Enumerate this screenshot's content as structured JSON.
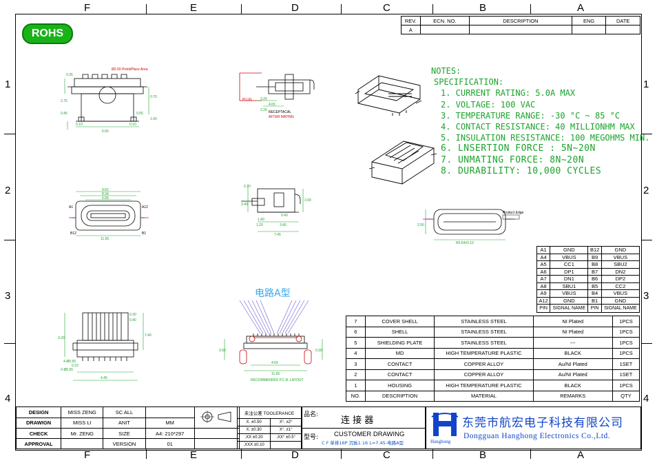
{
  "zones": {
    "cols": [
      "F",
      "E",
      "D",
      "C",
      "B",
      "A"
    ],
    "rows": [
      "1",
      "2",
      "3",
      "4"
    ]
  },
  "rohs": "ROHS",
  "revision": {
    "headers": [
      "REV.",
      "ECN. NO.",
      "DESCRIPTION",
      "ENG",
      "DATE"
    ],
    "rev": "A"
  },
  "notes": {
    "title": "NOTES:",
    "spec": "SPECIFICATION:",
    "items": [
      "1. CURRENT RATING: 5.0A MAX",
      "2. VOLTAGE: 100 VAC",
      "3. TEMPERATURE RANGE: -30 °C ~ 85 °C",
      "4. CONTACT RESISTANCE: 40 MILLIONHM MAX",
      "5. INSULATION RESISTANCE: 100 MEGOHMS MIN.",
      "6. LNSERTION FORCE : 5N~20N",
      "7. UNMATING FORCE: 8N~20N",
      "8. DURABILITY:  10,000 CYCLES"
    ]
  },
  "drawing_labels": {
    "circuit_type": "电路A型",
    "plug": "PLUG",
    "receptacle": "RECEPTACAL",
    "after_mating": "AFTER MATING",
    "product_edge": "Product Edge",
    "a1": "A1",
    "a12": "A12",
    "b12": "B12",
    "b1": "B1",
    "pcb_layout": "RECOMMENDED P.C.B. LAYOUT",
    "platform_note": "Ø2.00 Pickit/Place Area",
    "dims_top": [
      "0.35",
      "2.75",
      "0.70",
      "1.00",
      "0.10",
      "6.65",
      "0.10",
      "0.45",
      "0.55"
    ],
    "dims_front": [
      "9.62",
      "8.34",
      "6.65",
      "11.65"
    ],
    "dims_side": [
      "3.20",
      "4.65",
      "2.20"
    ],
    "dims_side2": [
      "3.40",
      "0.70",
      "3.90",
      "1.40",
      "0.40",
      "1.20",
      "3.40",
      "7.45"
    ],
    "dims_bottom": [
      "0.30",
      "3.20",
      "0.40",
      "7.40",
      "4-Ø0.65",
      "0.10",
      "2-Ø0.65",
      "4.45"
    ],
    "pcb_dims": [
      "11.65",
      "4.65",
      "0.50",
      "0.30"
    ],
    "end_dim": "R0.64±0.10",
    "end_h": "2.50"
  },
  "pin_table": {
    "rows": [
      [
        "A1",
        "GND",
        "B12",
        "GND"
      ],
      [
        "A4",
        "VBUS",
        "B9",
        "VBUS"
      ],
      [
        "A5",
        "CC1",
        "B8",
        "SBU2"
      ],
      [
        "A6",
        "DP1",
        "B7",
        "DN2"
      ],
      [
        "A7",
        "DN1",
        "B6",
        "DP2"
      ],
      [
        "A8",
        "SBU1",
        "B5",
        "CC2"
      ],
      [
        "A9",
        "VBUS",
        "B4",
        "VBUS"
      ],
      [
        "A12",
        "GND",
        "B1",
        "GND"
      ]
    ],
    "header": [
      "PIN",
      "SIGNAL NAME",
      "PIN",
      "SIGNAL NAME"
    ]
  },
  "bom": {
    "rows": [
      [
        "7",
        "COVER SHELL",
        "STAINLESS STEEL",
        "NI Plated",
        "1PCS"
      ],
      [
        "6",
        "SHELL",
        "STAINLESS STEEL",
        "NI Plated",
        "1PCS"
      ],
      [
        "5",
        "SHIELDING PLATE",
        "STAINLESS STEEL",
        "---",
        "1PCS"
      ],
      [
        "4",
        "MD",
        "HIGH TEMPERATURE PLASTIC",
        "BLACK",
        "1PCS"
      ],
      [
        "3",
        "CONTACT",
        "COPPER ALLOY",
        "Au/NI Plated",
        "1SET"
      ],
      [
        "2",
        "CONTACT",
        "COPPER ALLOY",
        "Au/NI Plated",
        "1SET"
      ],
      [
        "1",
        "HOUSING",
        "HIGH TEMPERATURE PLASTIC",
        "BLACK",
        "1PCS"
      ]
    ],
    "header": [
      "NO.",
      "DESCRIPTION",
      "MATERIAL",
      "REMARKS",
      "QTY"
    ]
  },
  "title_block": {
    "design_label": "DESIGN",
    "design_value": "MISS ZENG",
    "scale_label": "SC ALL",
    "drawing_label": "DRAWIGN",
    "drawing_value": "MISS LI",
    "unit_label": "ANIT",
    "unit_value": "MM",
    "check_label": "CHECK",
    "check_value": "Mr. ZENG",
    "size_label": "SIZE",
    "size_value": "A4: 210*297",
    "approval_label": "APPROVAL",
    "version_label": "VERSION",
    "version_value": "01",
    "tolerance_title": "未注公差 TOOLERANCE",
    "tol": [
      [
        "X. ±0.50",
        "X°. ±2°"
      ],
      [
        "X. ±0.30",
        "X°. ±1°"
      ],
      [
        ".XX ±0.20",
        ".XX° ±0.5°"
      ],
      [
        ".XXX ±0.10",
        ""
      ]
    ],
    "product_label": "品名:",
    "product_name": "连 接 器",
    "model_label": "型号:",
    "model_title": "CUSTOMER DRAWING",
    "model_sub": "C F 单排16P 沉板1.16 L=7.45-电路A型",
    "company_cn": "东莞市航宏电子科技有限公司",
    "company_en": "Dongguan Hanghong Electronics Co.,Ltd.",
    "logo_text": "Hanghong"
  },
  "colors": {
    "notes_green": "#1aa32a",
    "rohs_green": "#19b219",
    "logo_blue": "#1144c8",
    "dim_green": "#1aa32a",
    "drawing_magenta": "#c000c0",
    "drawing_red": "#d00000"
  }
}
